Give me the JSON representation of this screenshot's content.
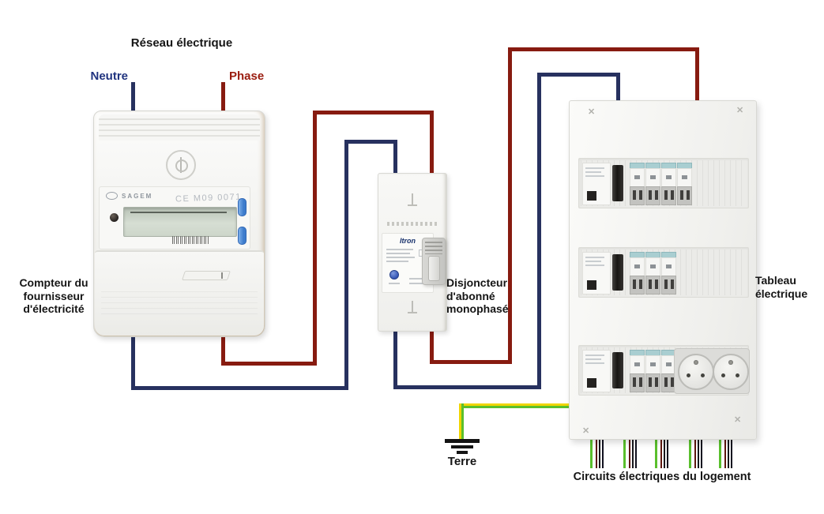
{
  "colors": {
    "ink": "#151515",
    "neutral-wire": "#27315f",
    "phase-wire": "#871b10",
    "neutre-text": "#20337f",
    "phase-text": "#9a1c0f",
    "earth-green": "#5abf2d",
    "earth-yellow": "#f0d500"
  },
  "network": {
    "title": "Réseau électrique",
    "neutral_label": "Neutre",
    "phase_label": "Phase"
  },
  "meter": {
    "label": "Compteur du\nfournisseur\nd'électricité",
    "brand": "SAGEM",
    "marking": "CE M09 0071"
  },
  "breaker": {
    "label": "Disjoncteur\nd'abonné\nmonophasé",
    "brand": "Itron"
  },
  "panel": {
    "label": "Tableau\nélectrique"
  },
  "earth": {
    "label": "Terre"
  },
  "circuits": {
    "label": "Circuits électriques du logement"
  },
  "icons": {
    "screw": "✕"
  }
}
